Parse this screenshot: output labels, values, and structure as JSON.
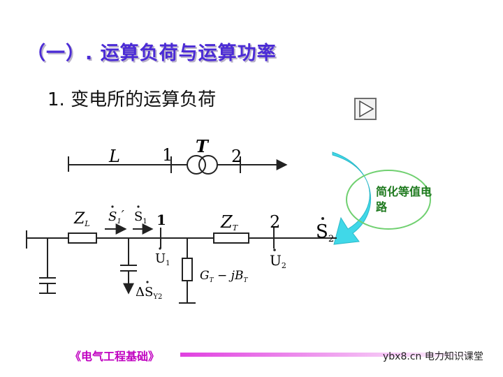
{
  "heading": {
    "title": "（一）. 运算负荷与运算功率",
    "subtitle": "1. 变电所的运算负荷"
  },
  "top_circuit": {
    "line_label": "L",
    "node1_label": "1",
    "transformer_label": "T",
    "node2_label": "2"
  },
  "equivalent_circuit": {
    "line_impedance": "Z",
    "line_impedance_sub": "L",
    "s1_prime": "S",
    "s1_prime_sub": "1",
    "s1_prime_mark": "′",
    "s1": "S",
    "s1_sub": "1",
    "node1_label": "1",
    "u1": "U",
    "u1_sub": "1",
    "delta_s": "ΔS",
    "delta_s_sub": "Y2",
    "admittance_g": "G",
    "admittance_g_sub": "T",
    "admittance_minus": " − j",
    "admittance_b": "B",
    "admittance_b_sub": "T",
    "transformer_impedance": "Z",
    "transformer_impedance_sub": "T",
    "node2_label": "2",
    "u2": "U",
    "u2_sub": "2",
    "s2": "S",
    "s2_sub": "2"
  },
  "callout": {
    "text": "简化等值电路",
    "arrow_color": "#40d8e8",
    "ellipse_color": "#70d070"
  },
  "footer": {
    "book": "《电气工程基础》",
    "watermark": "ybx8.cn 电力知识课堂"
  },
  "colors": {
    "title": "#4b2bd6",
    "footer": "#c000c0"
  }
}
